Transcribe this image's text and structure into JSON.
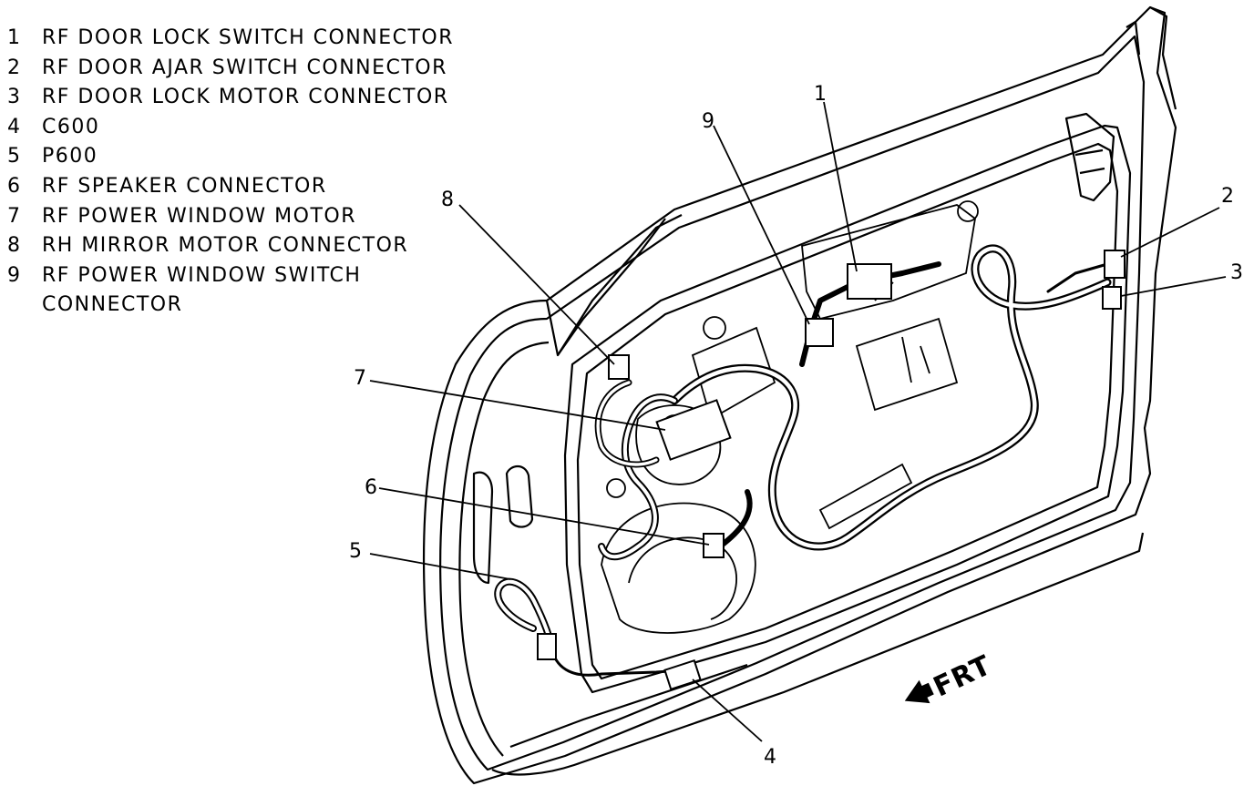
{
  "legend": [
    {
      "num": "1",
      "text": "RF DOOR LOCK SWITCH CONNECTOR"
    },
    {
      "num": "2",
      "text": "RF DOOR AJAR SWITCH CONNECTOR"
    },
    {
      "num": "3",
      "text": "RF DOOR LOCK MOTOR CONNECTOR"
    },
    {
      "num": "4",
      "text": "C600"
    },
    {
      "num": "5",
      "text": "P600"
    },
    {
      "num": "6",
      "text": "RF SPEAKER CONNECTOR"
    },
    {
      "num": "7",
      "text": "RF POWER WINDOW MOTOR"
    },
    {
      "num": "8",
      "text": "RH MIRROR MOTOR CONNECTOR"
    },
    {
      "num": "9",
      "text": "RF POWER WINDOW SWITCH",
      "text2": "CONNECTOR"
    }
  ],
  "callouts": {
    "c1": "1",
    "c2": "2",
    "c3": "3",
    "c4": "4",
    "c5": "5",
    "c6": "6",
    "c7": "7",
    "c8": "8",
    "c9": "9"
  },
  "direction_label": "FRT"
}
